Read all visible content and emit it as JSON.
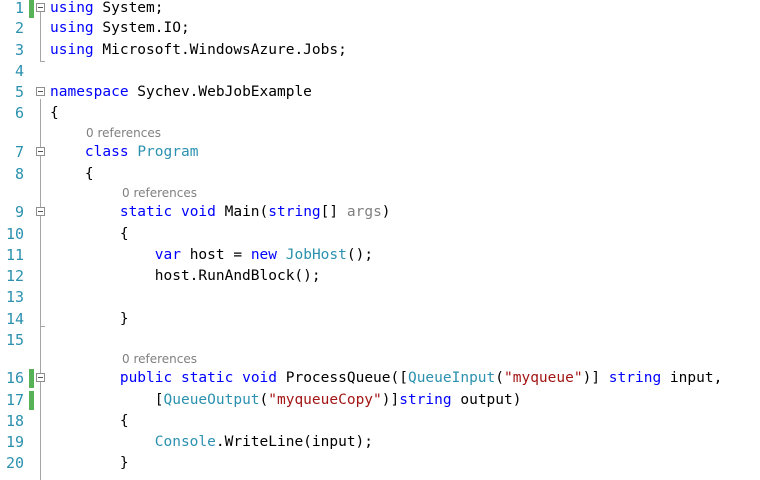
{
  "editor": {
    "lines": [
      {
        "n": "1",
        "tokens": [
          {
            "c": "kw",
            "t": "using"
          },
          {
            "c": "pl",
            "t": " System;"
          }
        ]
      },
      {
        "n": "2",
        "tokens": [
          {
            "c": "kw",
            "t": "using"
          },
          {
            "c": "pl",
            "t": " System.IO;"
          }
        ]
      },
      {
        "n": "3",
        "tokens": [
          {
            "c": "kw",
            "t": "using"
          },
          {
            "c": "pl",
            "t": " Microsoft.WindowsAzure.Jobs;"
          }
        ]
      },
      {
        "n": "4",
        "tokens": []
      },
      {
        "n": "5",
        "tokens": [
          {
            "c": "kw",
            "t": "namespace"
          },
          {
            "c": "pl",
            "t": " Sychev.WebJobExample"
          }
        ]
      },
      {
        "n": "6",
        "tokens": [
          {
            "c": "pl",
            "t": "{"
          }
        ]
      },
      {
        "n": "7",
        "lens": "0 references",
        "tokens": [
          {
            "c": "pl",
            "t": "    "
          },
          {
            "c": "kw",
            "t": "class"
          },
          {
            "c": "pl",
            "t": " "
          },
          {
            "c": "type",
            "t": "Program"
          }
        ]
      },
      {
        "n": "8",
        "tokens": [
          {
            "c": "pl",
            "t": "    {"
          }
        ]
      },
      {
        "n": "9",
        "lens": "0 references",
        "tokens": [
          {
            "c": "pl",
            "t": "        "
          },
          {
            "c": "kw",
            "t": "static"
          },
          {
            "c": "pl",
            "t": " "
          },
          {
            "c": "kw",
            "t": "void"
          },
          {
            "c": "pl",
            "t": " Main("
          },
          {
            "c": "kw",
            "t": "string"
          },
          {
            "c": "pl",
            "t": "[] "
          },
          {
            "c": "param",
            "t": "args"
          },
          {
            "c": "pl",
            "t": ")"
          }
        ]
      },
      {
        "n": "10",
        "tokens": [
          {
            "c": "pl",
            "t": "        {"
          }
        ]
      },
      {
        "n": "11",
        "tokens": [
          {
            "c": "pl",
            "t": "            "
          },
          {
            "c": "kw",
            "t": "var"
          },
          {
            "c": "pl",
            "t": " host = "
          },
          {
            "c": "kw",
            "t": "new"
          },
          {
            "c": "pl",
            "t": " "
          },
          {
            "c": "type",
            "t": "JobHost"
          },
          {
            "c": "pl",
            "t": "();"
          }
        ]
      },
      {
        "n": "12",
        "tokens": [
          {
            "c": "pl",
            "t": "            host.RunAndBlock();"
          }
        ]
      },
      {
        "n": "13",
        "tokens": []
      },
      {
        "n": "14",
        "tokens": [
          {
            "c": "pl",
            "t": "        }"
          }
        ]
      },
      {
        "n": "15",
        "tokens": []
      },
      {
        "n": "16",
        "lens": "0 references",
        "tokens": [
          {
            "c": "pl",
            "t": "        "
          },
          {
            "c": "kw",
            "t": "public"
          },
          {
            "c": "pl",
            "t": " "
          },
          {
            "c": "kw",
            "t": "static"
          },
          {
            "c": "pl",
            "t": " "
          },
          {
            "c": "kw",
            "t": "void"
          },
          {
            "c": "pl",
            "t": " ProcessQueue(["
          },
          {
            "c": "type",
            "t": "QueueInput"
          },
          {
            "c": "pl",
            "t": "("
          },
          {
            "c": "str",
            "t": "\"myqueue\""
          },
          {
            "c": "pl",
            "t": ")] "
          },
          {
            "c": "kw",
            "t": "string"
          },
          {
            "c": "pl",
            "t": " input,"
          }
        ]
      },
      {
        "n": "17",
        "tokens": [
          {
            "c": "pl",
            "t": "            ["
          },
          {
            "c": "type",
            "t": "QueueOutput"
          },
          {
            "c": "pl",
            "t": "("
          },
          {
            "c": "str",
            "t": "\"myqueueCopy\""
          },
          {
            "c": "pl",
            "t": ")]"
          },
          {
            "c": "kw",
            "t": "string"
          },
          {
            "c": "pl",
            "t": " output)"
          }
        ]
      },
      {
        "n": "18",
        "tokens": [
          {
            "c": "pl",
            "t": "        {"
          }
        ]
      },
      {
        "n": "19",
        "tokens": [
          {
            "c": "pl",
            "t": "            "
          },
          {
            "c": "type",
            "t": "Console"
          },
          {
            "c": "pl",
            "t": ".WriteLine(input);"
          }
        ]
      },
      {
        "n": "20",
        "tokens": [
          {
            "c": "pl",
            "t": "        }"
          }
        ]
      }
    ]
  }
}
